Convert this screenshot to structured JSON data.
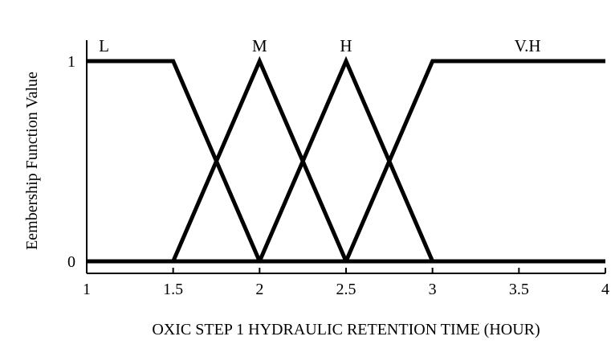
{
  "chart_data": {
    "type": "line",
    "title": "",
    "xlabel": "OXIC STEP 1 HYDRAULIC RETENTION TIME (HOUR)",
    "ylabel": "Eembership Function Value",
    "xlim": [
      1,
      4
    ],
    "ylim": [
      0,
      1
    ],
    "x_ticks": [
      "1",
      "1.5",
      "2",
      "2.5",
      "3",
      "3.5",
      "4"
    ],
    "y_ticks": [
      "0",
      "1"
    ],
    "grid": false,
    "legend": "none",
    "series": [
      {
        "name": "L",
        "points": [
          [
            1,
            1
          ],
          [
            1.5,
            1
          ],
          [
            1.5,
            1
          ],
          [
            2,
            0
          ],
          [
            4,
            0
          ]
        ]
      },
      {
        "name": "M",
        "points": [
          [
            1,
            0
          ],
          [
            1.5,
            0
          ],
          [
            2,
            1
          ],
          [
            2.5,
            0
          ],
          [
            4,
            0
          ]
        ]
      },
      {
        "name": "H",
        "points": [
          [
            1,
            0
          ],
          [
            2,
            0
          ],
          [
            2.5,
            1
          ],
          [
            3,
            0
          ],
          [
            4,
            0
          ]
        ]
      },
      {
        "name": "V.H",
        "points": [
          [
            1,
            0
          ],
          [
            2.5,
            0
          ],
          [
            3,
            1
          ],
          [
            4,
            1
          ]
        ]
      }
    ],
    "series_label_x": [
      1.1,
      2,
      2.5,
      3.55
    ],
    "colors": {
      "line": "#000000",
      "axis": "#000000",
      "background": "#ffffff"
    }
  }
}
